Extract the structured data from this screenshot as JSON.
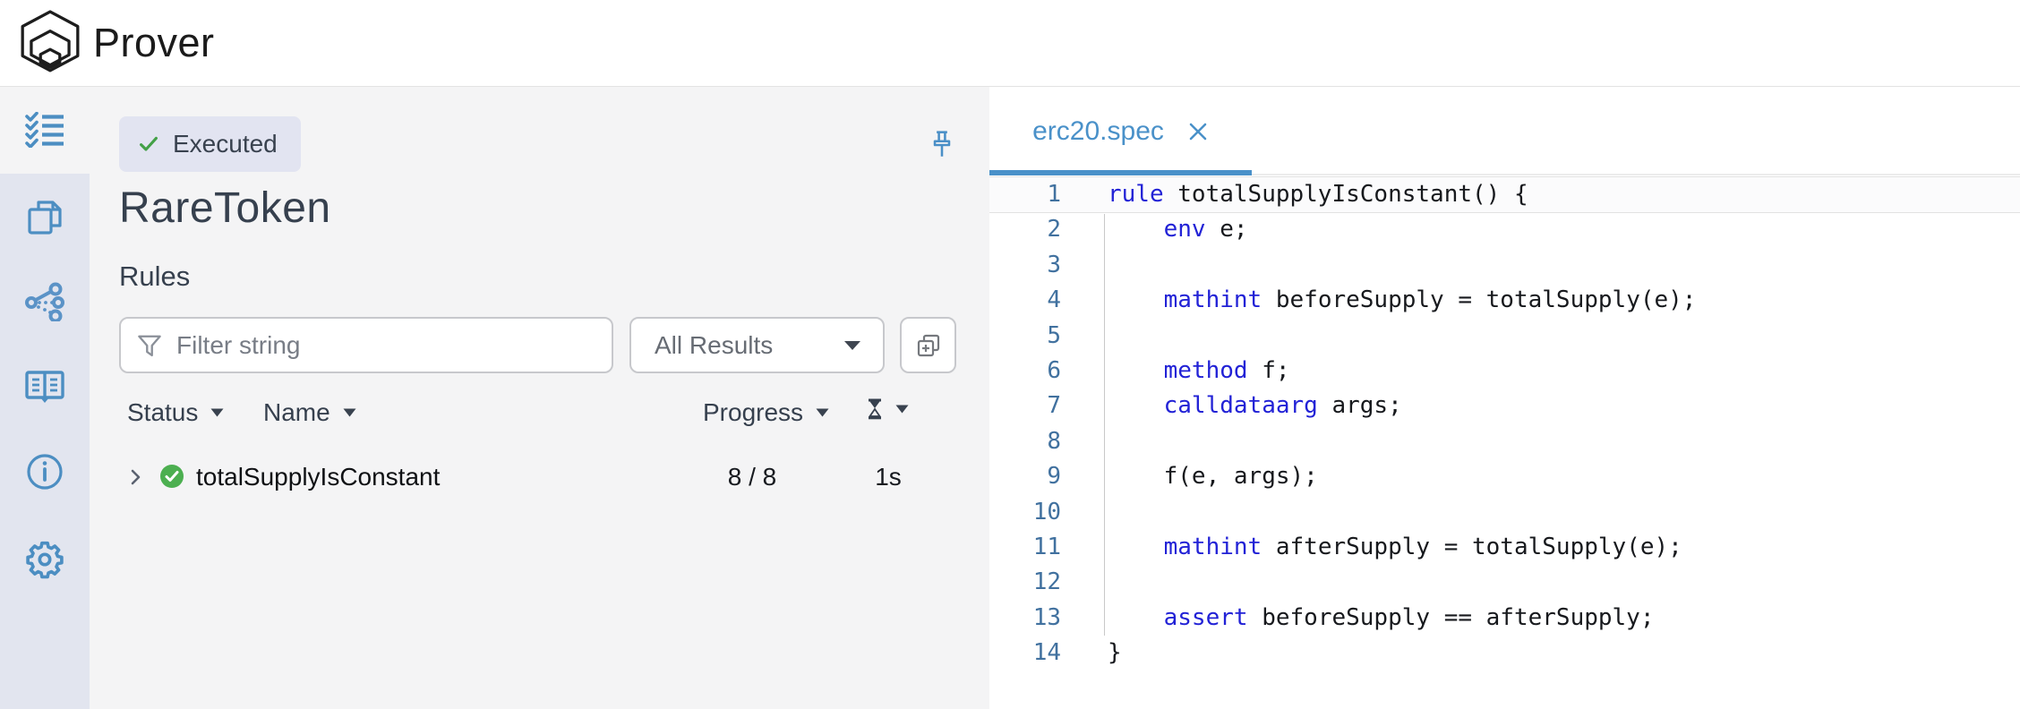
{
  "colors": {
    "brand_text": "#1b1b1b",
    "sidebar_icon_blue": "#4c8ec2",
    "accent_tab_blue": "#4a91c9",
    "keyword_blue": "#2222d6",
    "line_number_blue": "#41719f",
    "success_green": "#43a047",
    "status_badge_bg": "#e2e4f1",
    "panel_bg": "#f4f4f5",
    "sidebar_bg": "#e2e5ef"
  },
  "header": {
    "logo_text": "Prover",
    "logo_icon": "nested-hexagon-logo"
  },
  "sidebar": {
    "items": [
      {
        "id": "checklist",
        "icon": "checklist-icon",
        "active": true
      },
      {
        "id": "files",
        "icon": "copy-files-icon",
        "active": false
      },
      {
        "id": "graph",
        "icon": "fanout-graph-icon",
        "active": false
      },
      {
        "id": "docs",
        "icon": "open-book-icon",
        "active": false
      },
      {
        "id": "info",
        "icon": "info-icon",
        "active": false
      },
      {
        "id": "settings",
        "icon": "gear-icon",
        "active": false
      }
    ]
  },
  "run_panel": {
    "status_badge": {
      "label": "Executed",
      "icon": "check-icon"
    },
    "pin_icon": "pushpin-icon",
    "job_title": "RareToken",
    "section_title": "Rules",
    "filter": {
      "placeholder": "Filter string",
      "value": "",
      "icon": "funnel-icon"
    },
    "results_dropdown": {
      "selected": "All Results",
      "icon": "caret-down-icon"
    },
    "duplicate_button_icon": "copy-plus-icon",
    "table": {
      "columns": [
        {
          "label": "Status",
          "sortable": true
        },
        {
          "label": "Name",
          "sortable": true
        },
        {
          "label": "Progress",
          "sortable": true
        },
        {
          "label": "",
          "icon": "hourglass-icon",
          "sortable": true
        }
      ],
      "rows": [
        {
          "expand_icon": "chevron-right-icon",
          "status": "verified",
          "status_icon": "check-circle-green-icon",
          "name": "totalSupplyIsConstant",
          "progress": "8 / 8",
          "duration": "1s"
        }
      ]
    }
  },
  "editor": {
    "tab": {
      "label": "erc20.spec",
      "close_icon": "close-icon"
    },
    "code": {
      "keywords": [
        "rule",
        "env",
        "mathint",
        "method",
        "calldataarg",
        "assert"
      ],
      "lines": [
        "rule totalSupplyIsConstant() {",
        "    env e;",
        "",
        "    mathint beforeSupply = totalSupply(e);",
        "",
        "    method f;",
        "    calldataarg args;",
        "",
        "    f(e, args);",
        "",
        "    mathint afterSupply = totalSupply(e);",
        "",
        "    assert beforeSupply == afterSupply;",
        "}"
      ]
    }
  }
}
